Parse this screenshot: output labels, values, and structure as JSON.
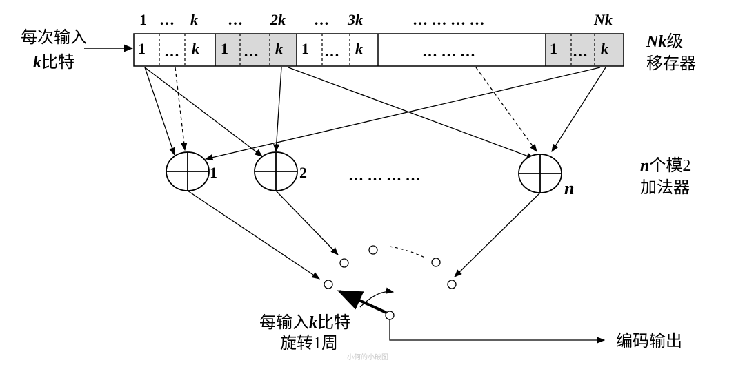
{
  "top_labels": {
    "one": "1",
    "dots1": "…",
    "k": "k",
    "dots2": "…",
    "two_k": "2k",
    "dots3": "…",
    "three_k": "3k",
    "dots_long": "… … … …",
    "nk": "Nk"
  },
  "input_label": {
    "line1": "每次输入",
    "line2_k": "k",
    "line2_rest": "比特"
  },
  "register": {
    "cell_one": "1",
    "cell_dots": "…",
    "cell_k": "k",
    "middle_dots": "… … …",
    "label_nk": "Nk",
    "label_ji": "级",
    "label_line2": "移存器"
  },
  "adders": {
    "labels": [
      "1",
      "2",
      "n"
    ],
    "between_dots": "… … … …",
    "side_label_n": "n",
    "side_label_rest": "个模2",
    "side_label_line2": "加法器"
  },
  "commutator": {
    "rotation_line1_a": "每输入",
    "rotation_line1_k": "k",
    "rotation_line1_b": "比特",
    "rotation_line2": "旋转1周",
    "output_label": "编码输出"
  },
  "watermark": "小何的小破图",
  "colors": {
    "line": "#000000",
    "shade": "#d9d9d9",
    "watermark": "#c8c8c8"
  }
}
